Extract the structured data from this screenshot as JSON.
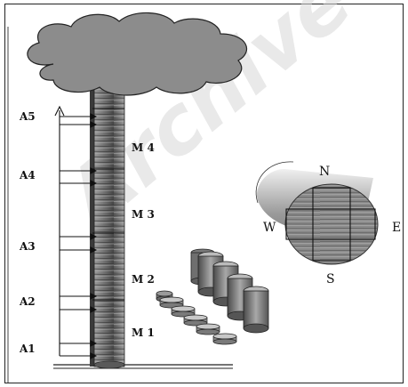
{
  "diagram": {
    "watermark_text": "Archive",
    "height_labels": [
      "A5",
      "A4",
      "A3",
      "A2",
      "A1"
    ],
    "segment_labels": [
      "M 4",
      "M 3",
      "M 2",
      "M 1"
    ],
    "compass": {
      "north": "N",
      "south": "S",
      "east": "E",
      "west": "W"
    }
  }
}
